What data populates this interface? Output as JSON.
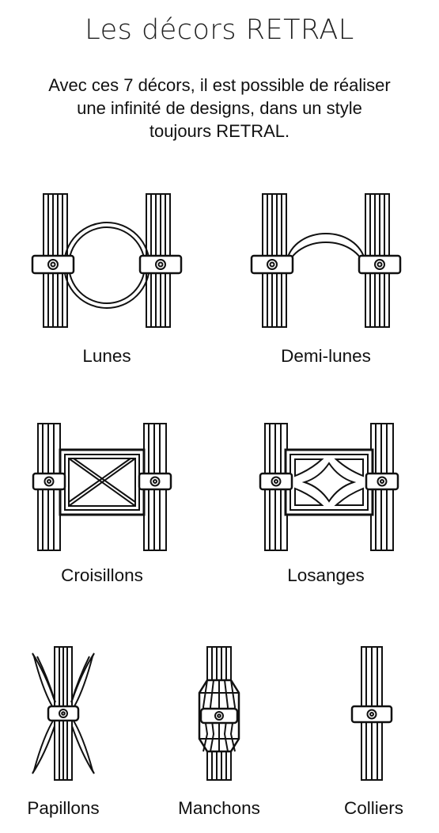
{
  "title": "Les décors RETRAL",
  "intro": [
    "Avec ces 7 décors, il est possible de réaliser",
    "une infinité de designs, dans un style",
    "toujours RETRAL."
  ],
  "decors": [
    {
      "name": "Lunes",
      "icon": "lunes-icon"
    },
    {
      "name": "Demi-lunes",
      "icon": "demi-lunes-icon"
    },
    {
      "name": "Croisillons",
      "icon": "croisillons-icon"
    },
    {
      "name": "Losanges",
      "icon": "losanges-icon"
    },
    {
      "name": "Papillons",
      "icon": "papillons-icon"
    },
    {
      "name": "Manchons",
      "icon": "manchons-icon"
    },
    {
      "name": "Colliers",
      "icon": "colliers-icon"
    }
  ]
}
